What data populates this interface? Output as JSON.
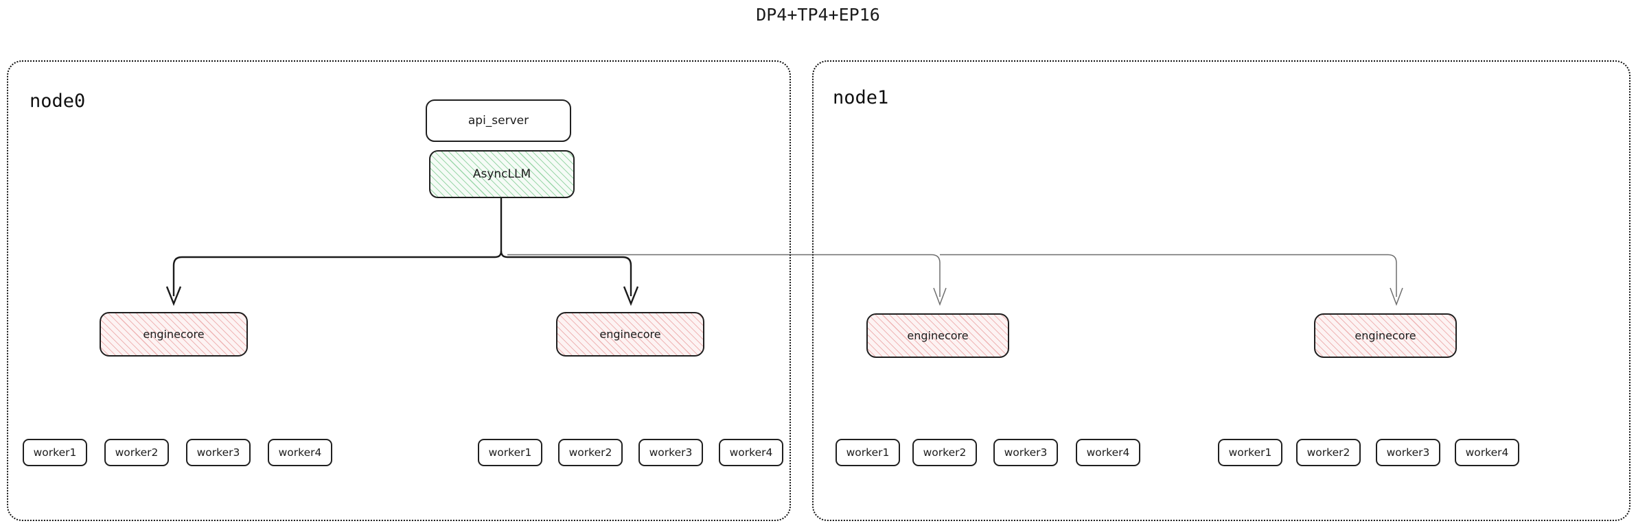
{
  "diagram": {
    "title": "DP4+TP4+EP16",
    "type": "deployment-topology",
    "colors": {
      "outline": "#1f1f1f",
      "node_border": "#111111",
      "asyncllm_hatch": "#52ba6c",
      "asyncllm_fill": "#f5fbf6",
      "enginecore_hatch": "#e17878",
      "enginecore_fill": "#fdf3f3",
      "arrow_primary": "#1b1b1b",
      "arrow_secondary": "#6e6e6e",
      "background": "#ffffff"
    }
  },
  "nodes": [
    {
      "id": "node0",
      "label": "node0",
      "components": {
        "api_server": "api_server",
        "async_llm": "AsyncLLM"
      },
      "enginecores": [
        {
          "label": "enginecore",
          "workers": [
            "worker1",
            "worker2",
            "worker3",
            "worker4"
          ]
        },
        {
          "label": "enginecore",
          "workers": [
            "worker1",
            "worker2",
            "worker3",
            "worker4"
          ]
        }
      ]
    },
    {
      "id": "node1",
      "label": "node1",
      "enginecores": [
        {
          "label": "enginecore",
          "workers": [
            "worker1",
            "worker2",
            "worker3",
            "worker4"
          ]
        },
        {
          "label": "enginecore",
          "workers": [
            "worker1",
            "worker2",
            "worker3",
            "worker4"
          ]
        }
      ]
    }
  ]
}
